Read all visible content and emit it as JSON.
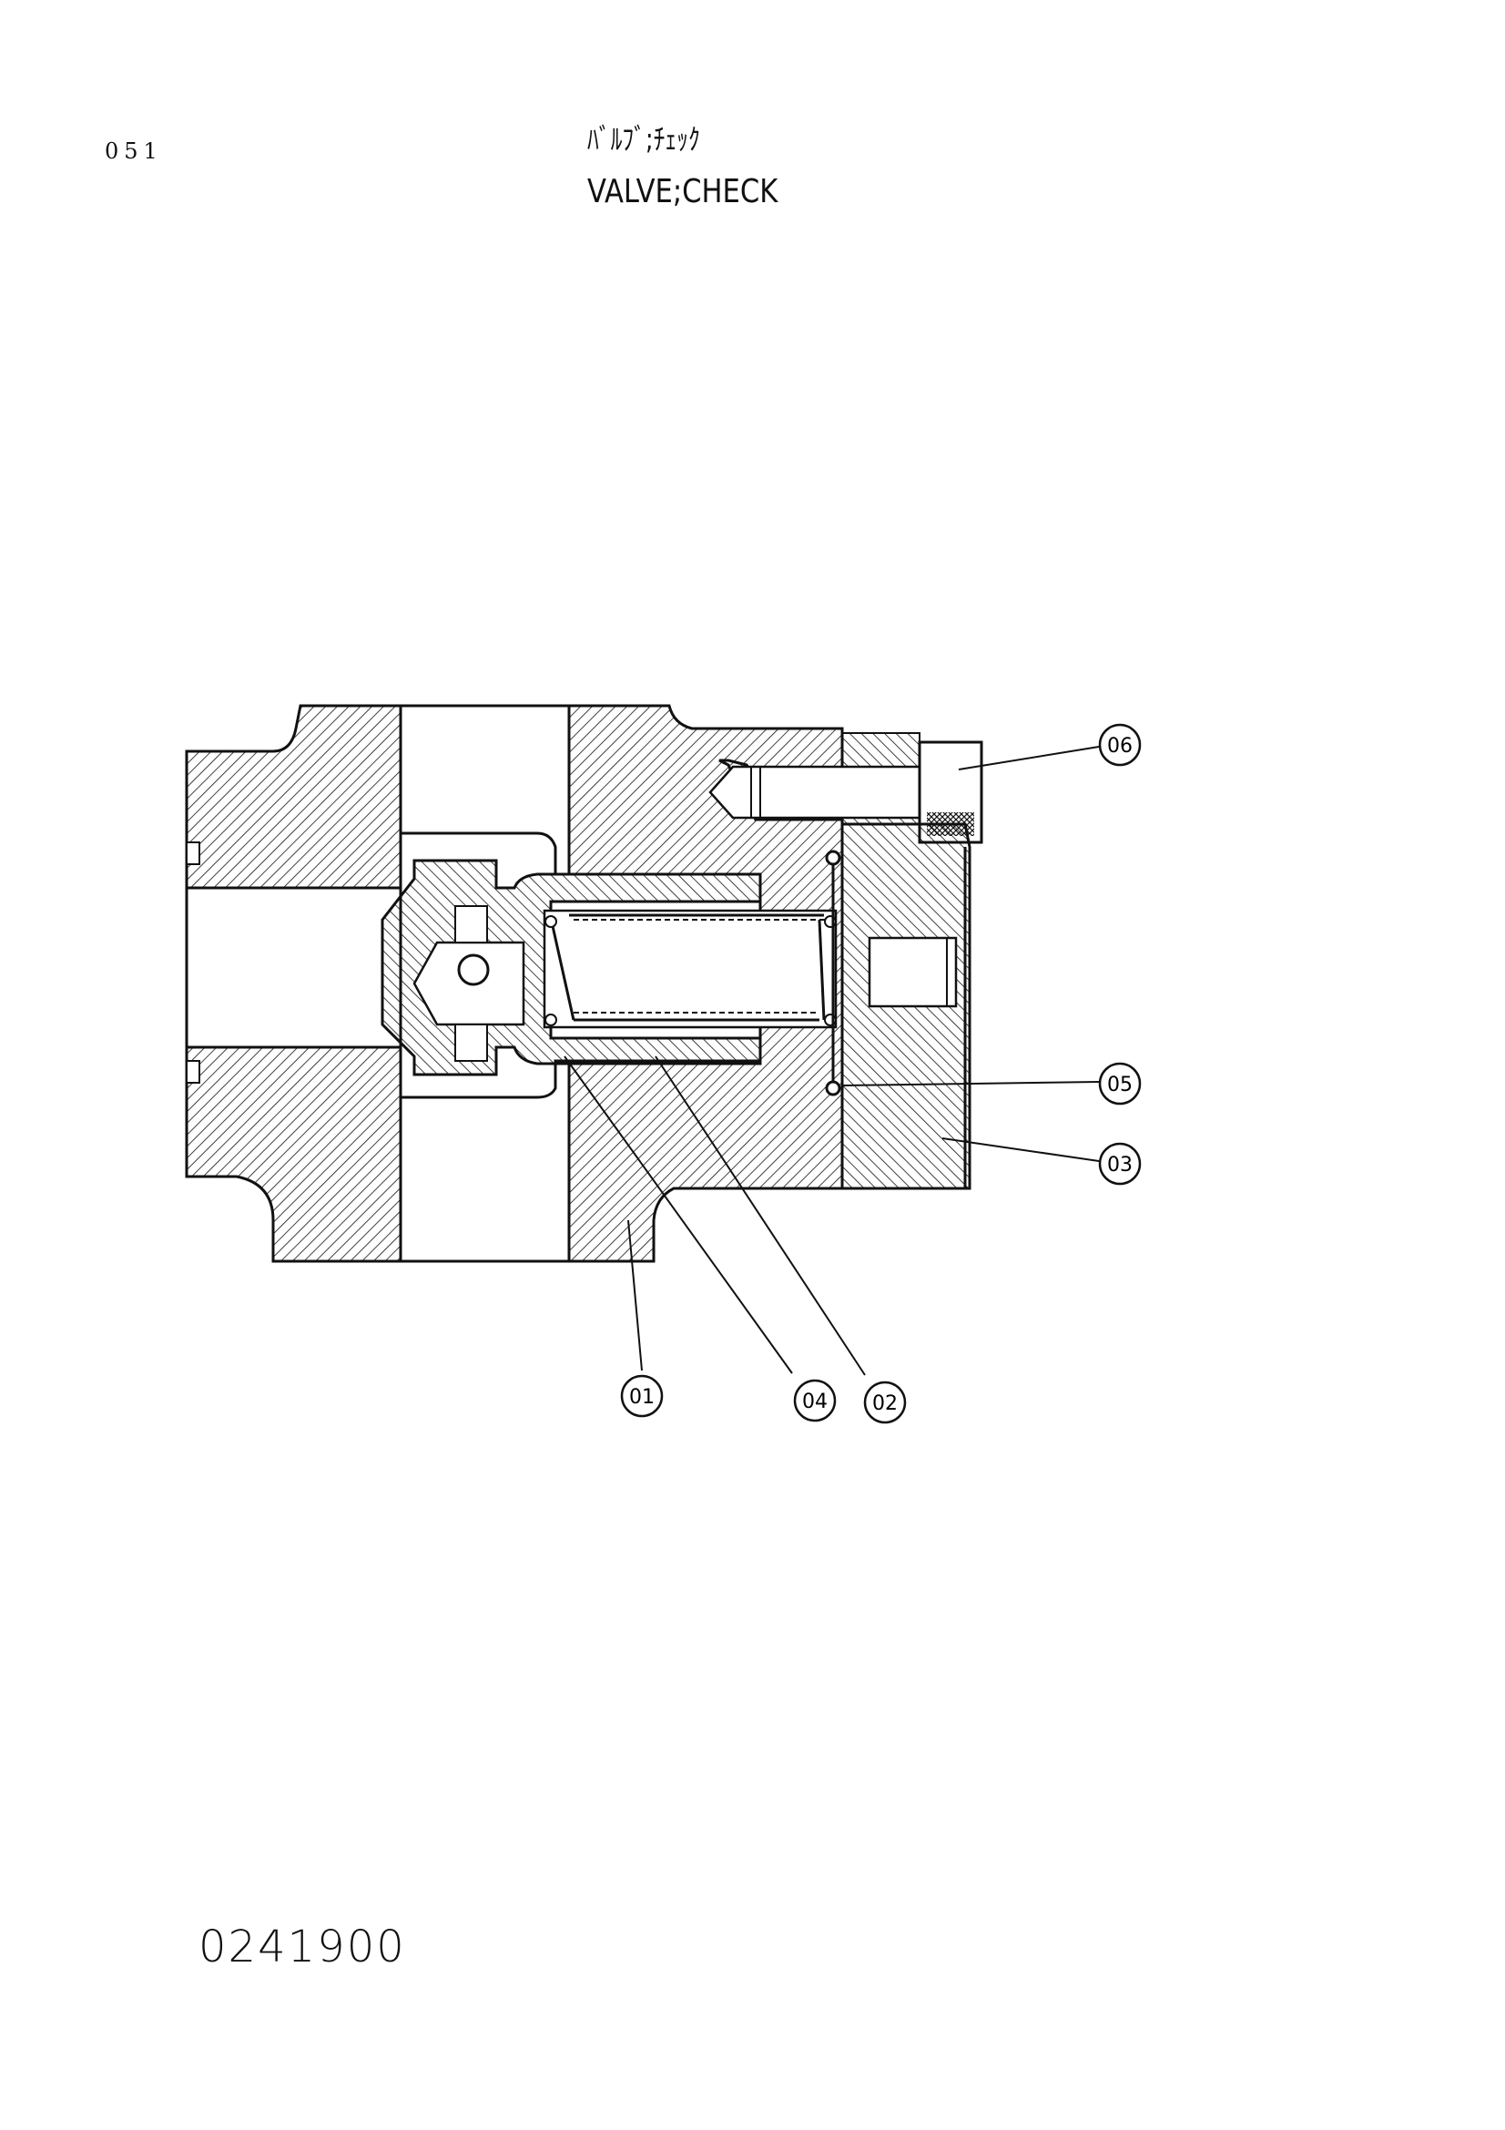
{
  "header": {
    "page_number": "051",
    "title_jp": "ﾊﾞﾙﾌﾞ;ﾁｪｯｸ",
    "title_en": "VALVE;CHECK"
  },
  "diagram": {
    "callouts": [
      {
        "id": "06",
        "label": "06"
      },
      {
        "id": "05",
        "label": "05"
      },
      {
        "id": "03",
        "label": "03"
      },
      {
        "id": "01",
        "label": "01"
      },
      {
        "id": "04",
        "label": "04"
      },
      {
        "id": "02",
        "label": "02"
      }
    ]
  },
  "footer": {
    "drawing_code": "0241900"
  }
}
